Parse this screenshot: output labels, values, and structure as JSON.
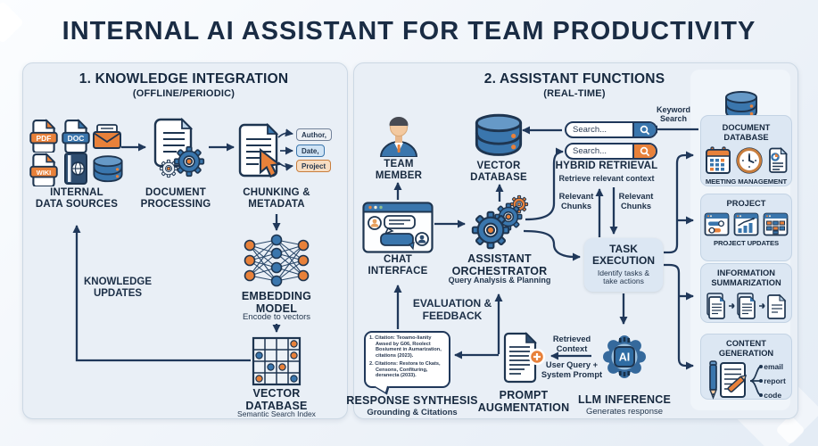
{
  "title": "INTERNAL AI ASSISTANT FOR TEAM PRODUCTIVITY",
  "panel1": {
    "title": "1. KNOWLEDGE INTEGRATION",
    "subtitle": "(OFFLINE/PERIODIC)",
    "badges": [
      "PDF",
      "DOC",
      "WIKI"
    ],
    "nodes": {
      "internal_data_sources": "INTERNAL\nDATA SOURCES",
      "document_processing": "DOCUMENT\nPROCESSING",
      "chunking_metadata": "CHUNKING &\nMETADATA",
      "embedding_model": "EMBEDDING\nMODEL",
      "embedding_sub": "Encode to vectors",
      "vector_database": "VECTOR\nDATABASE",
      "vector_sub": "Semantic Search Index"
    },
    "tags": [
      "Author,",
      "Date,",
      "Project"
    ],
    "knowledge_updates": "KNOWLEDGE\nUPDATES"
  },
  "panel2": {
    "title": "2. ASSISTANT FUNCTIONS",
    "subtitle": "(REAL-TIME)",
    "team_member": "TEAM\nMEMBER",
    "vector_database": "VECTOR\nDATABASE",
    "chat_interface": "CHAT\nINTERFACE",
    "orchestrator": "ASSISTANT\nORCHESTRATOR",
    "orchestrator_sub": "Query Analysis & Planning",
    "search_placeholder": "Search...",
    "keyword_search": "Keyword\nSearch",
    "hybrid_retrieval": "HYBRID RETRIEVAL",
    "hybrid_sub": "Retrieve relevant context",
    "relevant_chunks_left": "Relevant\nChunks",
    "relevant_chunks_right": "Relevant\nChunks",
    "task_execution": "TASK\nEXECUTION",
    "task_sub": "Identify tasks &\ntake actions",
    "evaluation_feedback": "EVALUATION &\nFEEDBACK",
    "response_synthesis": "RESPONSE SYNTHESIS",
    "response_sub": "Grounding & Citations",
    "citation1": "1. Citation: Teoamo-lianity Awsed by G06, Roolect Bosiument in Aumarization, citations (2023).",
    "citation2": "2. Citations: Restora to Ckats, Censons, Confituring, deranecta (2033).",
    "prompt_augmentation": "PROMPT\nAUGMENTATION",
    "retrieved_context": "Retrieved\nContext",
    "user_query": "User Query +\nSystem Prompt",
    "llm_chip": "AI",
    "llm_inference": "LLM INFERENCE",
    "llm_sub": "Generates response",
    "cards": [
      {
        "title": "DOCUMENT\nDATABASE",
        "caption": "MEETING MANAGEMENT"
      },
      {
        "title": "PROJECT",
        "caption": "PROJECT UPDATES"
      },
      {
        "title": "INFORMATION\nSUMMARIZATION"
      },
      {
        "title": "CONTENT\nGENERATION"
      }
    ],
    "content_outputs": [
      "email",
      "report",
      "code"
    ]
  }
}
